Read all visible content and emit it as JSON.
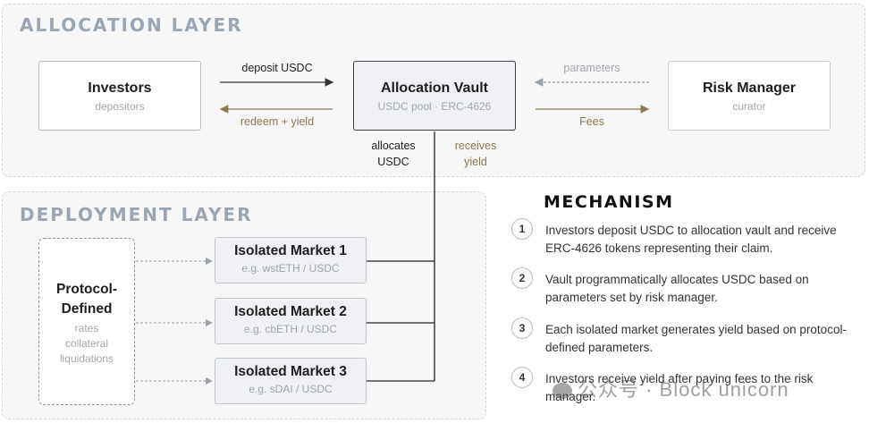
{
  "allocation_layer": {
    "title": "ALLOCATION LAYER",
    "investors": {
      "title": "Investors",
      "subtitle": "depositors"
    },
    "vault": {
      "title": "Allocation Vault",
      "subtitle": "USDC pool · ERC-4626"
    },
    "risk_manager": {
      "title": "Risk Manager",
      "subtitle": "curator"
    },
    "labels": {
      "deposit": "deposit USDC",
      "redeem": "redeem + yield",
      "parameters": "parameters",
      "fees": "Fees",
      "allocates_1": "allocates",
      "allocates_2": "USDC",
      "receives_1": "receives",
      "receives_2": "yield"
    }
  },
  "deployment_layer": {
    "title": "DEPLOYMENT LAYER",
    "protocol": {
      "title_1": "Protocol-",
      "title_2": "Defined",
      "sub_1": "rates",
      "sub_2": "collateral",
      "sub_3": "liquidations"
    },
    "markets": [
      {
        "title": "Isolated Market 1",
        "subtitle": "e.g. wstETH / USDC"
      },
      {
        "title": "Isolated Market 2",
        "subtitle": "e.g. cbETH / USDC"
      },
      {
        "title": "Isolated Market 3",
        "subtitle": "e.g. sDAI / USDC"
      }
    ]
  },
  "mechanism": {
    "title": "MECHANISM",
    "steps": [
      {
        "num": "1",
        "text": "Investors deposit USDC to allocation vault and receive ERC-4626 tokens representing their claim."
      },
      {
        "num": "2",
        "text": "Vault programmatically allocates USDC based on parameters set by risk manager."
      },
      {
        "num": "3",
        "text": "Each isolated market generates yield based on protocol-defined parameters."
      },
      {
        "num": "4",
        "text": "Investors receive yield after paying fees to the risk manager."
      }
    ]
  },
  "watermark": "公众号 · Block unicorn",
  "colors": {
    "tan_arrow": "#8a7850",
    "dark_arrow": "#333333",
    "layer_title": "#9aa6b4"
  }
}
